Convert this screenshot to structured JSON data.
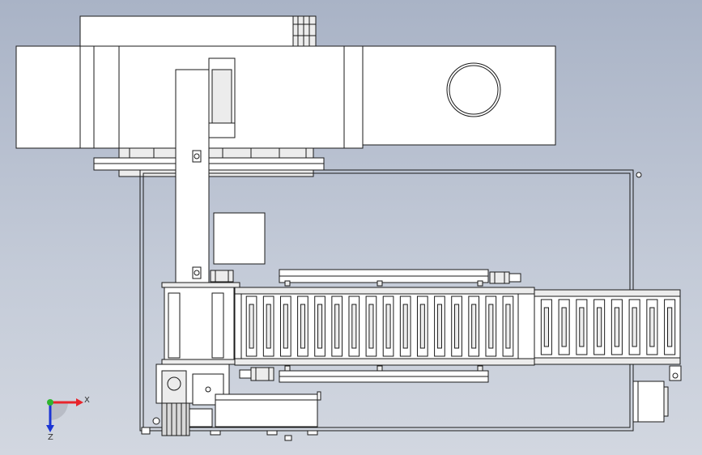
{
  "triad": {
    "x_label": "X",
    "z_label": "Z",
    "x_color": "#e8242b",
    "y_color": "#2fb52f",
    "z_color": "#1b35d4"
  },
  "colors": {
    "background_top": "#a9b3c6",
    "background_bottom": "#d2d7e0",
    "line": "#1a1a1a",
    "part_fill": "#ffffff"
  },
  "conveyor": {
    "main_roller_count": 16,
    "extension_roller_count": 8
  }
}
